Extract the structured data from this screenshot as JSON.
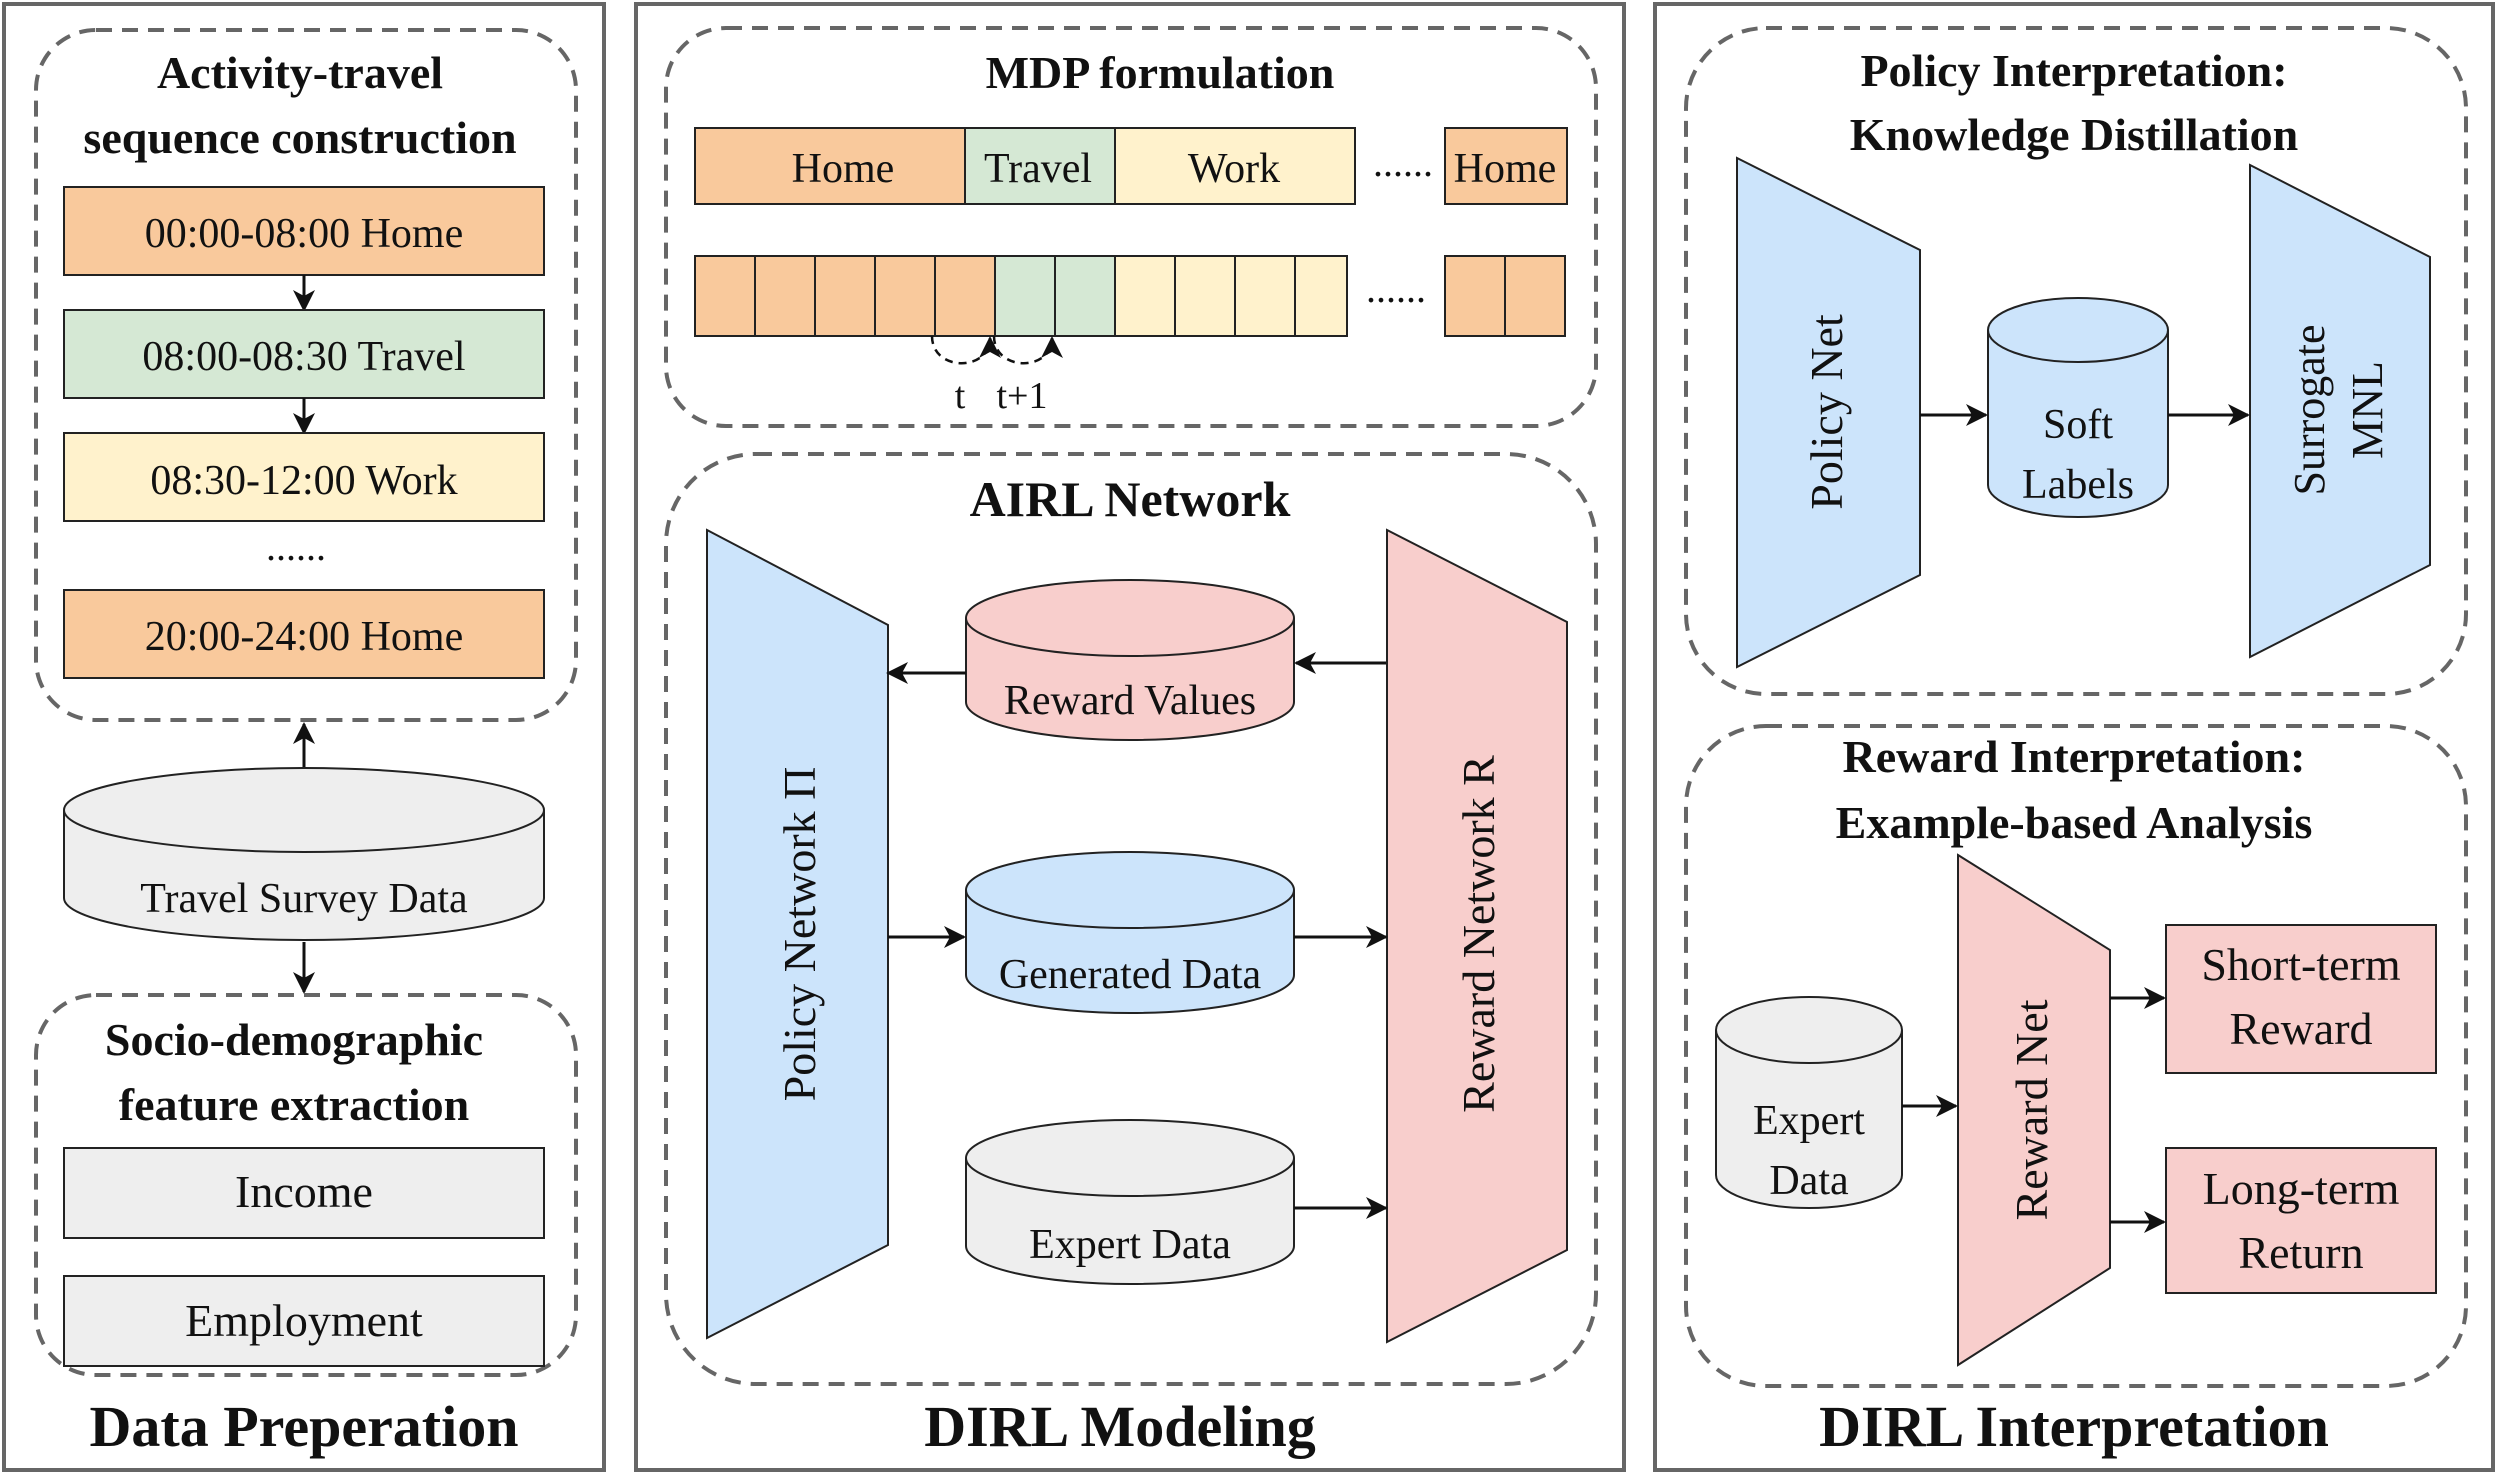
{
  "panels": {
    "left": {
      "title": "Data Preperation",
      "seq_title_1": "Activity-travel",
      "seq_title_2": "sequence construction",
      "seq": [
        "00:00-08:00 Home",
        "08:00-08:30 Travel",
        "08:30-12:00 Work",
        "......",
        "20:00-24:00 Home"
      ],
      "survey": "Travel Survey Data",
      "socio_title_1": "Socio-demographic",
      "socio_title_2": "feature extraction",
      "features": [
        "Income",
        "Employment"
      ]
    },
    "middle": {
      "title": "DIRL Modeling",
      "mdp_title": "MDP formulation",
      "mdp_labels": [
        "Home",
        "Travel",
        "Work",
        "Home"
      ],
      "dots": "......",
      "t_label": "t",
      "t1_label": "t+1",
      "airl_title": "AIRL Network",
      "policy_net": "Policy Network Π",
      "reward_net": "Reward Network R",
      "reward_values": "Reward Values",
      "generated_data": "Generated Data",
      "expert_data": "Expert Data"
    },
    "right": {
      "title": "DIRL Interpretation",
      "policy_title_1": "Policy Interpretation:",
      "policy_title_2": "Knowledge Distillation",
      "policy_net": "Policy Net",
      "soft_1": "Soft",
      "soft_2": "Labels",
      "surrogate_1": "Surrogate",
      "surrogate_2": "MNL",
      "reward_title_1": "Reward Interpretation:",
      "reward_title_2": "Example-based Analysis",
      "expert_1": "Expert",
      "expert_2": "Data",
      "reward_net": "Reward Net",
      "short_1": "Short-term",
      "short_2": "Reward",
      "long_1": "Long-term",
      "long_2": "Return"
    }
  },
  "colors": {
    "home": "#F9C99C",
    "travel": "#D5E8D4",
    "work": "#FFF2CC",
    "gray": "#EEEEEE",
    "blue": "#CCE4FB",
    "pink": "#F8CECC",
    "stroke": "#222222",
    "dash": "#666666"
  }
}
